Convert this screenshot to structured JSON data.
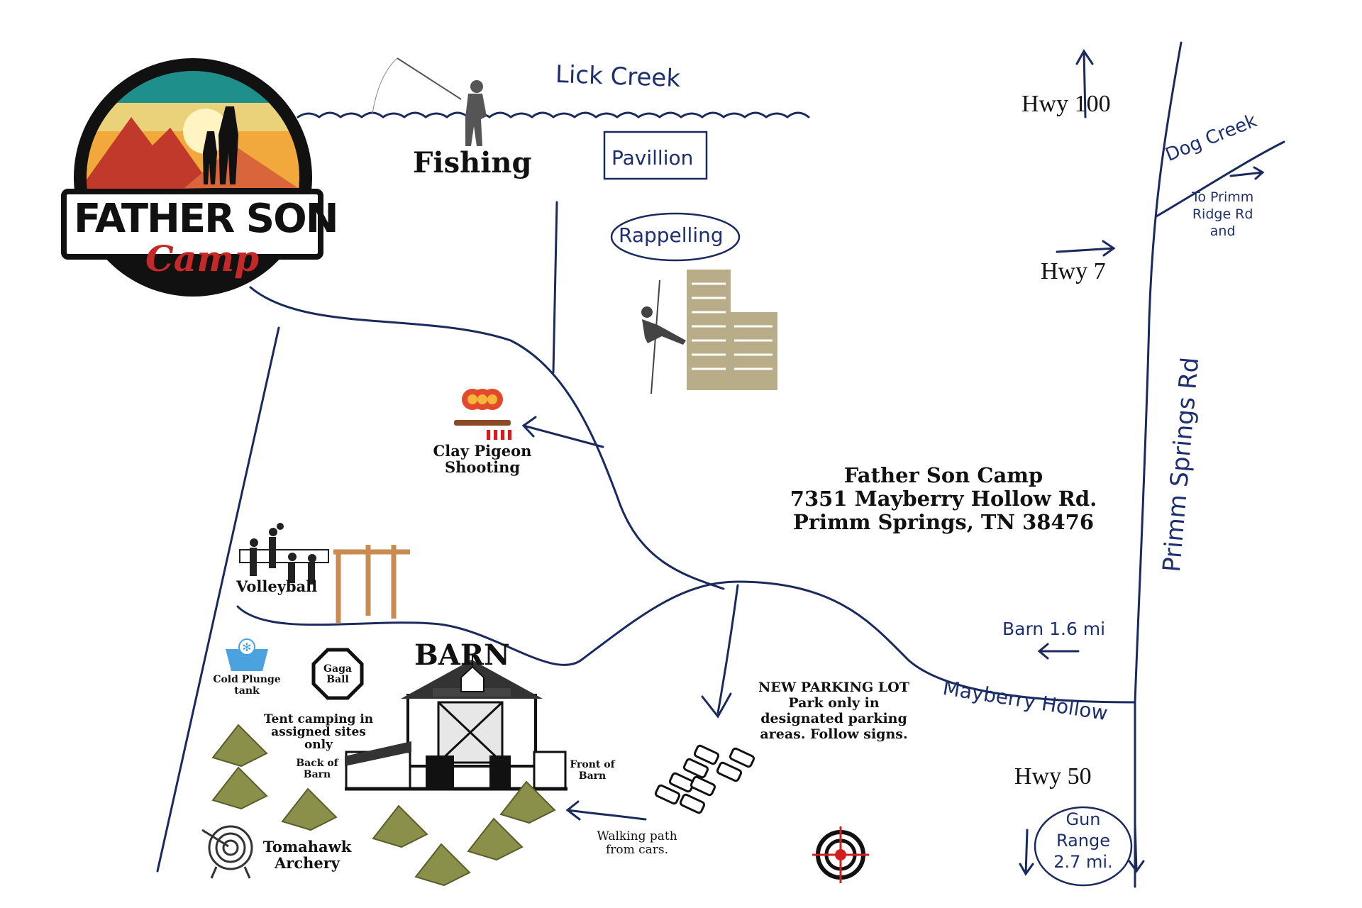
{
  "logo": {
    "line1": "FATHER SON",
    "line2": "Camp",
    "colors": {
      "sky_top": "#1f8f8b",
      "sky_mid": "#f2c14e",
      "mountain": "#c0392b",
      "frame": "#111111",
      "script": "#c62828"
    }
  },
  "water": {
    "lick_creek": "Lick Creek",
    "dog_creek": "Dog Creek"
  },
  "roads": {
    "primm_springs": "Primm Springs Rd",
    "mayberry": "Mayberry Hollow",
    "to_primm_ridge": [
      "To Primm",
      "Ridge Rd",
      "and"
    ]
  },
  "highways": {
    "hwy100": "Hwy 100",
    "hwy7": "Hwy 7",
    "hwy50": "Hwy 50"
  },
  "activities": {
    "fishing": "Fishing",
    "pavillion": "Pavillion",
    "rappelling": "Rappelling",
    "clay_pigeon": [
      "Clay Pigeon",
      "Shooting"
    ],
    "volleyball": "Volleyball",
    "barn": "BARN",
    "cold_plunge": [
      "Cold Plunge",
      "tank"
    ],
    "gaga": [
      "Gaga",
      "Ball"
    ],
    "tent": [
      "Tent camping in",
      "assigned sites",
      "only"
    ],
    "back_barn": [
      "Back of",
      "Barn"
    ],
    "front_barn": [
      "Front of",
      "Barn"
    ],
    "tomahawk": [
      "Tomahawk",
      "Archery"
    ],
    "walking": [
      "Walking path",
      "from cars."
    ]
  },
  "address": {
    "name": "Father Son Camp",
    "street": "7351 Mayberry Hollow Rd.",
    "city": "Primm Springs, TN 38476"
  },
  "parking": [
    "NEW PARKING LOT",
    "Park only in",
    "designated parking",
    "areas. Follow signs."
  ],
  "distances": {
    "barn": "Barn 1.6 mi",
    "gun_range": [
      "Gun",
      "Range",
      "2.7 mi."
    ]
  },
  "colors": {
    "road": "#1b2a5e",
    "tent": "#8a8f4a",
    "building": "#b8ad88",
    "frame_wood": "#c98b4f",
    "target_red": "#d11f1f",
    "clay": "#e24a2b",
    "ice": "#4aa3df"
  }
}
